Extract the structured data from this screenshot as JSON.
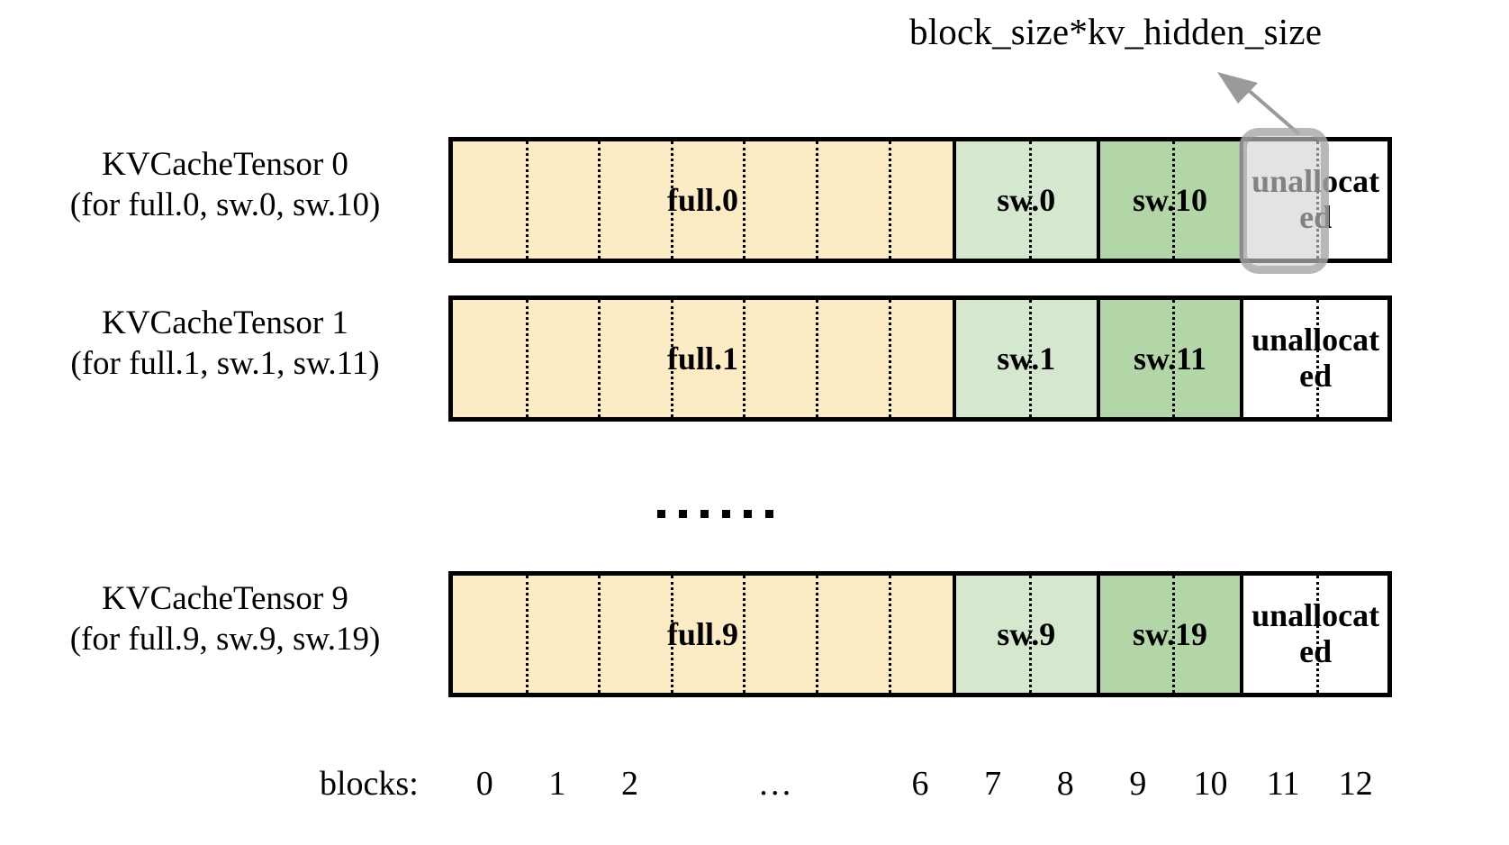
{
  "callout": {
    "label": "block_size*kv_hidden_size",
    "highlight_block_index": 11,
    "highlight_block_label": "unallocated-block-11"
  },
  "colors": {
    "full": "#FCEBC5",
    "sw_light": "#D5E7CF",
    "sw_dark": "#B3D6A9",
    "unallocated": "#FFFFFF",
    "outline": "#000000",
    "highlight_fill": "rgba(210,210,210,0.62)",
    "highlight_stroke": "rgba(150,150,150,0.55)"
  },
  "rows": [
    {
      "title": "KVCacheTensor 0",
      "subtitle": "(for full.0, sw.0, sw.10)",
      "segments": [
        {
          "label": "full.0",
          "color_key": "full",
          "blocks": 7,
          "block_from": 0,
          "block_to": 6
        },
        {
          "label": "sw.0",
          "color_key": "sw_light",
          "blocks": 2,
          "block_from": 7,
          "block_to": 8
        },
        {
          "label": "sw.10",
          "color_key": "sw_dark",
          "blocks": 2,
          "block_from": 9,
          "block_to": 10
        },
        {
          "label": "unallocated",
          "color_key": "unallocated",
          "blocks": 2,
          "block_from": 11,
          "block_to": 12
        }
      ]
    },
    {
      "title": "KVCacheTensor 1",
      "subtitle": "(for full.1, sw.1, sw.11)",
      "segments": [
        {
          "label": "full.1",
          "color_key": "full",
          "blocks": 7,
          "block_from": 0,
          "block_to": 6
        },
        {
          "label": "sw.1",
          "color_key": "sw_light",
          "blocks": 2,
          "block_from": 7,
          "block_to": 8
        },
        {
          "label": "sw.11",
          "color_key": "sw_dark",
          "blocks": 2,
          "block_from": 9,
          "block_to": 10
        },
        {
          "label": "unallocated",
          "color_key": "unallocated",
          "blocks": 2,
          "block_from": 11,
          "block_to": 12
        }
      ]
    },
    {
      "title": "KVCacheTensor 9",
      "subtitle": "(for full.9, sw.9, sw.19)",
      "segments": [
        {
          "label": "full.9",
          "color_key": "full",
          "blocks": 7,
          "block_from": 0,
          "block_to": 6
        },
        {
          "label": "sw.9",
          "color_key": "sw_light",
          "blocks": 2,
          "block_from": 7,
          "block_to": 8
        },
        {
          "label": "sw.19",
          "color_key": "sw_dark",
          "blocks": 2,
          "block_from": 9,
          "block_to": 10
        },
        {
          "label": "unallocated",
          "color_key": "unallocated",
          "blocks": 2,
          "block_from": 11,
          "block_to": 12
        }
      ]
    }
  ],
  "ellipsis": {
    "dots": 6
  },
  "axis": {
    "title": "blocks:",
    "ticks": [
      "0",
      "1",
      "2",
      "…",
      "6",
      "7",
      "8",
      "9",
      "10",
      "11",
      "12"
    ]
  }
}
